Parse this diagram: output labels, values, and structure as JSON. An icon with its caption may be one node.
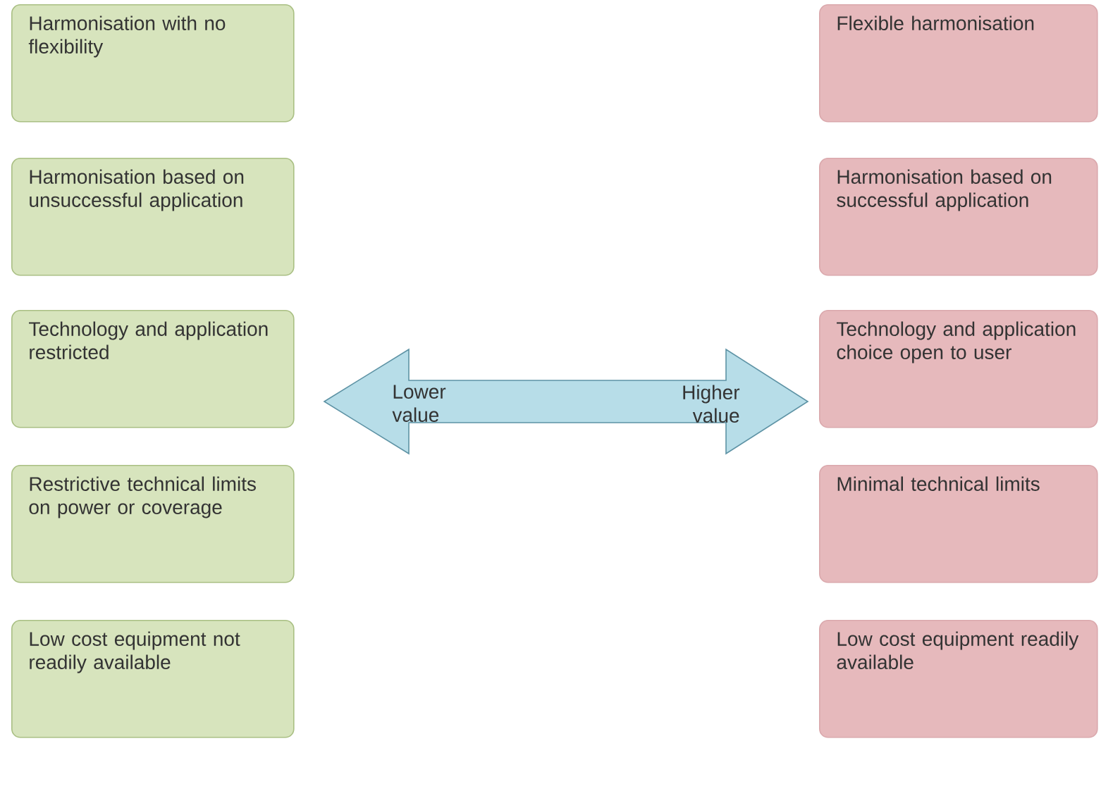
{
  "diagram": {
    "nodes": [
      {
        "text": [
          "Harmonisation with no flexibility"
        ]
      },
      {
        "text": [
          "Harmonisation based on unsuccessful application"
        ]
      },
      {
        "text": [
          "Technology and application restricted"
        ]
      },
      {
        "text": [
          "Restrictive technical limits on power or coverage"
        ]
      },
      {
        "text": [
          "Low cost equipment not readily available"
        ]
      },
      {
        "text": [
          "Flexible harmonisation"
        ]
      },
      {
        "text": [
          "Harmonisation based on successful application"
        ]
      },
      {
        "text": [
          "Technology and application choice open to user"
        ]
      },
      {
        "text": [
          "Minimal technical limits"
        ]
      },
      {
        "text": [
          "Low cost equipment readily available"
        ]
      },
      {
        "text": [
          "Lower value",
          "Higher value"
        ]
      }
    ]
  }
}
